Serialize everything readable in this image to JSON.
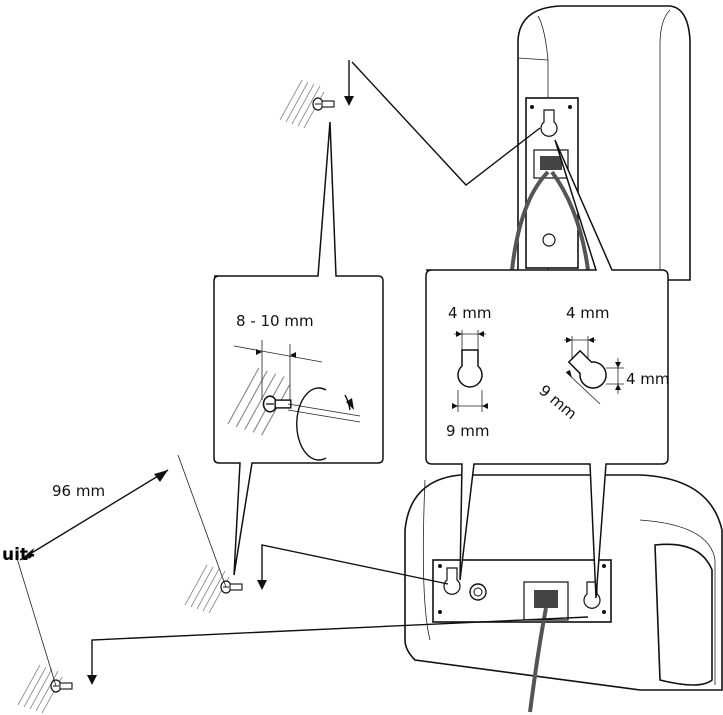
{
  "labels": {
    "gap_range": "8 - 10 mm",
    "slot_width_1": "4 mm",
    "slot_height_1": "9 mm",
    "slot_width_2": "4 mm",
    "slot_side_2": "4 mm",
    "slot_diag_2": "9 mm",
    "screw_distance": "96 mm",
    "cut_text": "uit-"
  }
}
